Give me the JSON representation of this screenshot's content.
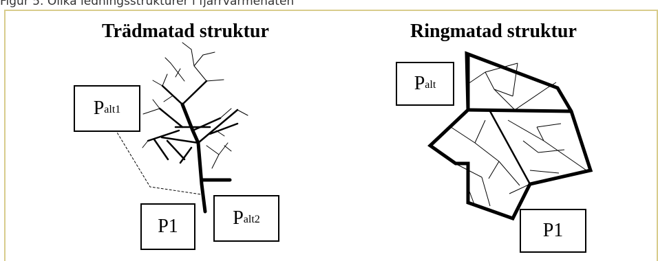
{
  "caption": "Figur 5. Olika ledningsstrukturer i fjärrvärmenäten",
  "panels": {
    "left": {
      "title": "Trädmatad struktur",
      "boxes": {
        "p_alt1": {
          "main": "P",
          "sub": "alt1"
        },
        "p1": {
          "main": "P1",
          "sub": ""
        },
        "p_alt2": {
          "main": "P",
          "sub": "alt2"
        }
      }
    },
    "right": {
      "title": "Ringmatad struktur",
      "boxes": {
        "p_alt": {
          "main": "P",
          "sub": "alt"
        },
        "p1": {
          "main": "P1",
          "sub": ""
        }
      }
    }
  },
  "colors": {
    "frame": "#d8cc8c",
    "line": "#000000",
    "caption": "#333333"
  }
}
